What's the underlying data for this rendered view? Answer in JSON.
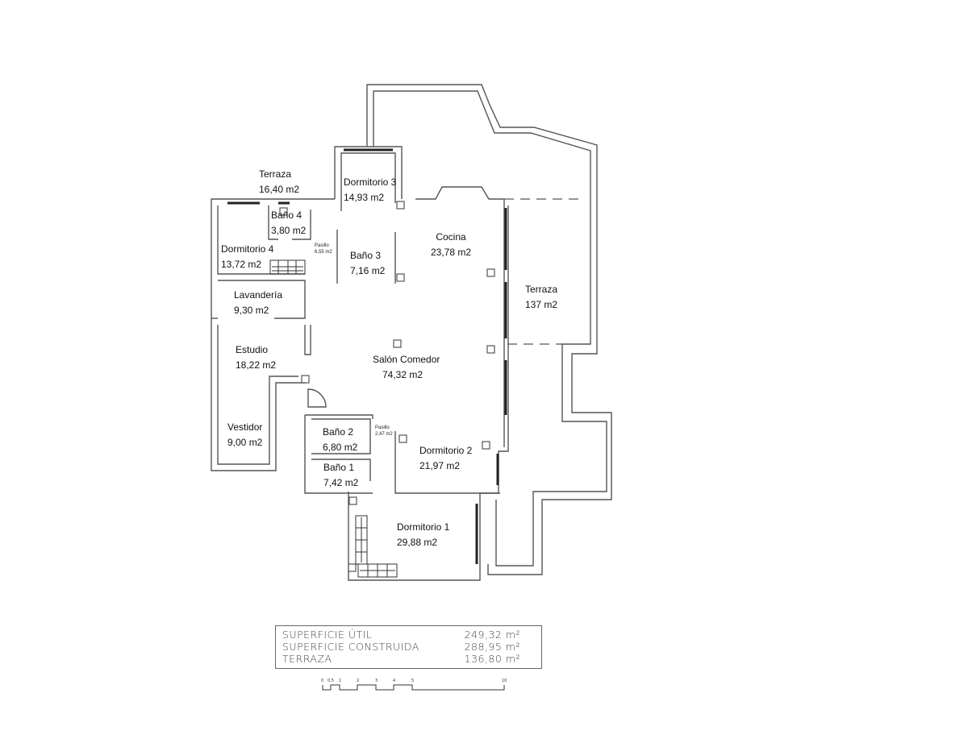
{
  "rooms": {
    "terraza_small": {
      "name": "Terraza",
      "area": "16,40 m2"
    },
    "dormitorio3": {
      "name": "Dormitorio 3",
      "area": "14,93 m2"
    },
    "bano4": {
      "name": "Baño 4",
      "area": "3,80 m2"
    },
    "dormitorio4": {
      "name": "Dormitorio 4",
      "area": "13,72 m2"
    },
    "pasillo1": {
      "name": "Pasillo",
      "area": "6,55 m2"
    },
    "bano3": {
      "name": "Baño 3",
      "area": "7,16 m2"
    },
    "cocina": {
      "name": "Cocina",
      "area": "23,78 m2"
    },
    "terraza_big": {
      "name": "Terraza",
      "area": "137 m2"
    },
    "lavanderia": {
      "name": "Lavandería",
      "area": "9,30 m2"
    },
    "estudio": {
      "name": "Estudio",
      "area": "18,22 m2"
    },
    "salon": {
      "name": "Salón Comedor",
      "area": "74,32 m2"
    },
    "vestidor": {
      "name": "Vestidor",
      "area": "9,00 m2"
    },
    "bano2": {
      "name": "Baño 2",
      "area": "6,80 m2"
    },
    "pasillo2": {
      "name": "Pasillo",
      "area": "2,47 m2"
    },
    "dormitorio2": {
      "name": "Dormitorio 2",
      "area": "21,97 m2"
    },
    "bano1": {
      "name": "Baño 1",
      "area": "7,42 m2"
    },
    "dormitorio1": {
      "name": "Dormitorio 1",
      "area": "29,88 m2"
    }
  },
  "summary": [
    {
      "label": "SUPERFICIE ÚTIL",
      "value": "249,32 m²"
    },
    {
      "label": "SUPERFICIE CONSTRUIDA",
      "value": "288,95 m²"
    },
    {
      "label": "TERRAZA",
      "value": "136,80 m²"
    }
  ],
  "scale_bar": {
    "ticks": [
      "0",
      "0,5",
      "1",
      "2",
      "3",
      "4",
      "5",
      "10"
    ]
  }
}
